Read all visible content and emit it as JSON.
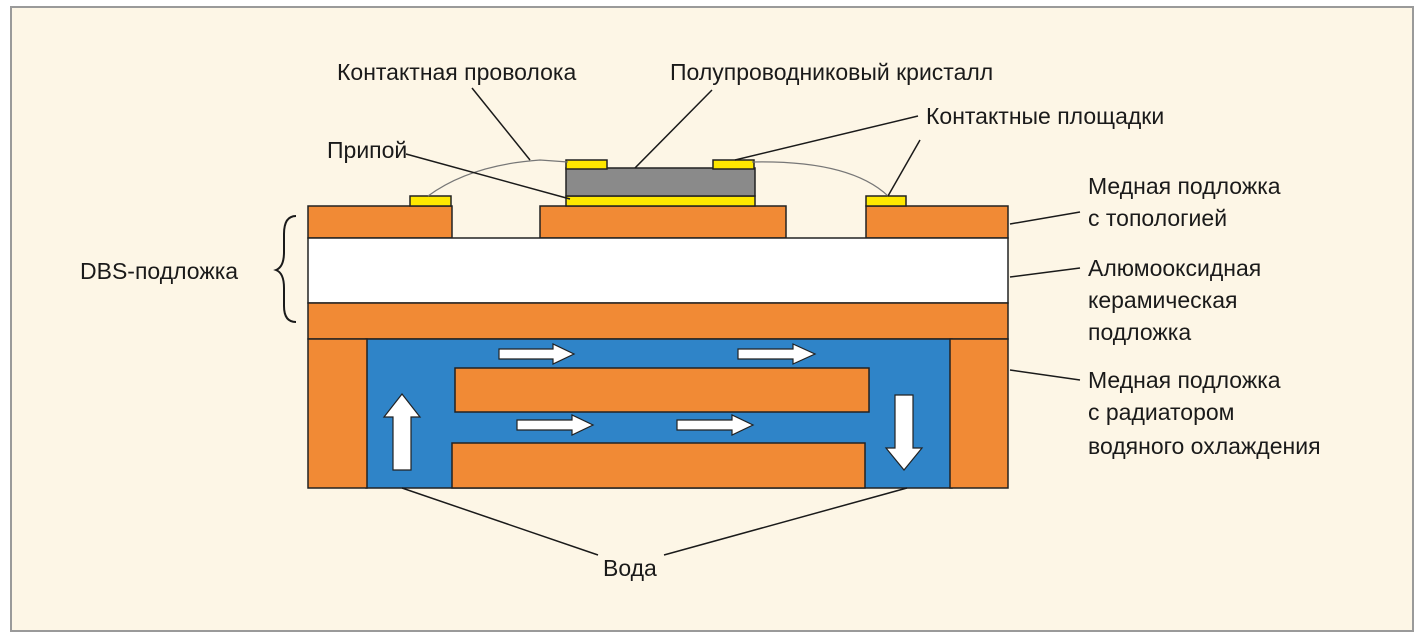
{
  "labels": {
    "wire": "Контактная проволока",
    "chip": "Полупроводниковый кристалл",
    "pads": "Контактные площадки",
    "solder": "Припой",
    "copper_top_1": "Медная подложка",
    "copper_top_2": "с топологией",
    "ceramic_1": "Алюмооксидная",
    "ceramic_2": "керамическая",
    "ceramic_3": "подложка",
    "cooler_1": "Медная подложка",
    "cooler_2": "с радиатором",
    "cooler_3": "водяного охлаждения",
    "dbs": "DBS-подложка",
    "water": "Вода"
  },
  "colors": {
    "background": "#fdf6e6",
    "copper": "#f18a35",
    "ceramic": "#ffffff",
    "water": "#2f84c8",
    "pad": "#ffe800",
    "chip": "#8a8a8a",
    "outline": "#222222",
    "arrow_fill": "#ffffff"
  }
}
